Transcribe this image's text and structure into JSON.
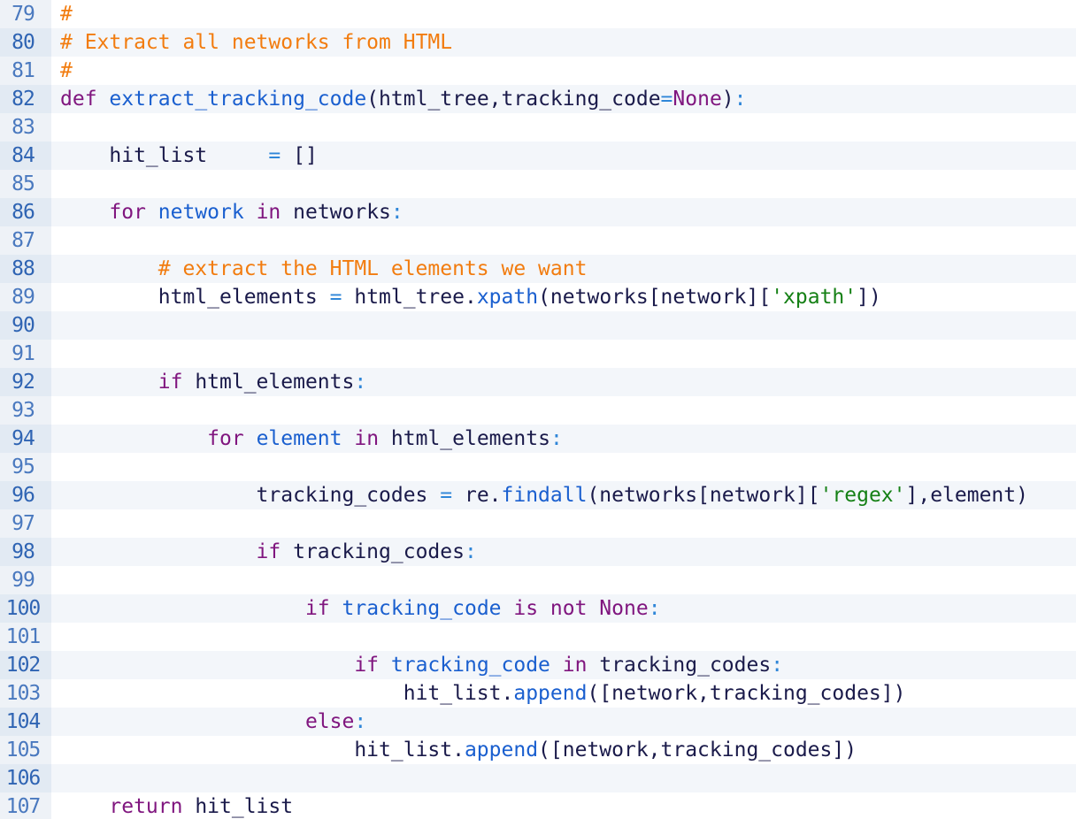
{
  "colors": {
    "keyword": "#80167f",
    "function": "#1a5fcf",
    "comment": "#f27c0f",
    "string": "#158015",
    "operator": "#2f86d8",
    "name": "#1a1a4a",
    "gutter_text": "#4a79bf",
    "gutter_bg": "#eef2f7",
    "alt_line_bg": "#f3f6fa"
  },
  "lines": [
    {
      "num": "79",
      "alt": false,
      "indent": 0,
      "tokens": [
        {
          "t": "#",
          "c": "com"
        }
      ]
    },
    {
      "num": "80",
      "alt": true,
      "indent": 0,
      "tokens": [
        {
          "t": "# Extract all networks from HTML",
          "c": "com"
        }
      ]
    },
    {
      "num": "81",
      "alt": false,
      "indent": 0,
      "tokens": [
        {
          "t": "#",
          "c": "com"
        }
      ]
    },
    {
      "num": "82",
      "alt": true,
      "indent": 0,
      "tokens": [
        {
          "t": "def",
          "c": "kw"
        },
        {
          "t": " ",
          "c": "nm"
        },
        {
          "t": "extract_tracking_code",
          "c": "fn"
        },
        {
          "t": "(html_tree,tracking_code",
          "c": "nm"
        },
        {
          "t": "=",
          "c": "op"
        },
        {
          "t": "None",
          "c": "kw"
        },
        {
          "t": ")",
          "c": "nm"
        },
        {
          "t": ":",
          "c": "op"
        }
      ]
    },
    {
      "num": "83",
      "alt": false,
      "indent": 0,
      "tokens": []
    },
    {
      "num": "84",
      "alt": true,
      "indent": 1,
      "tokens": [
        {
          "t": "hit_list     ",
          "c": "nm"
        },
        {
          "t": "=",
          "c": "op"
        },
        {
          "t": " []",
          "c": "nm"
        }
      ]
    },
    {
      "num": "85",
      "alt": false,
      "indent": 0,
      "tokens": []
    },
    {
      "num": "86",
      "alt": true,
      "indent": 1,
      "tokens": [
        {
          "t": "for",
          "c": "kw"
        },
        {
          "t": " ",
          "c": "nm"
        },
        {
          "t": "network",
          "c": "fn"
        },
        {
          "t": " ",
          "c": "nm"
        },
        {
          "t": "in",
          "c": "kw"
        },
        {
          "t": " networks",
          "c": "nm"
        },
        {
          "t": ":",
          "c": "op"
        }
      ]
    },
    {
      "num": "87",
      "alt": false,
      "indent": 0,
      "tokens": []
    },
    {
      "num": "88",
      "alt": true,
      "indent": 2,
      "tokens": [
        {
          "t": "# extract the HTML elements we want",
          "c": "com"
        }
      ]
    },
    {
      "num": "89",
      "alt": false,
      "indent": 2,
      "tokens": [
        {
          "t": "html_elements ",
          "c": "nm"
        },
        {
          "t": "=",
          "c": "op"
        },
        {
          "t": " html_tree.",
          "c": "nm"
        },
        {
          "t": "xpath",
          "c": "fn"
        },
        {
          "t": "(networks[network][",
          "c": "nm"
        },
        {
          "t": "'xpath'",
          "c": "str"
        },
        {
          "t": "])",
          "c": "nm"
        }
      ]
    },
    {
      "num": "90",
      "alt": true,
      "indent": 0,
      "tokens": []
    },
    {
      "num": "91",
      "alt": false,
      "indent": 0,
      "tokens": []
    },
    {
      "num": "92",
      "alt": true,
      "indent": 2,
      "tokens": [
        {
          "t": "if",
          "c": "kw"
        },
        {
          "t": " html_elements",
          "c": "nm"
        },
        {
          "t": ":",
          "c": "op"
        }
      ]
    },
    {
      "num": "93",
      "alt": false,
      "indent": 0,
      "tokens": []
    },
    {
      "num": "94",
      "alt": true,
      "indent": 3,
      "tokens": [
        {
          "t": "for",
          "c": "kw"
        },
        {
          "t": " ",
          "c": "nm"
        },
        {
          "t": "element",
          "c": "fn"
        },
        {
          "t": " ",
          "c": "nm"
        },
        {
          "t": "in",
          "c": "kw"
        },
        {
          "t": " html_elements",
          "c": "nm"
        },
        {
          "t": ":",
          "c": "op"
        }
      ]
    },
    {
      "num": "95",
      "alt": false,
      "indent": 0,
      "tokens": []
    },
    {
      "num": "96",
      "alt": true,
      "indent": 4,
      "tokens": [
        {
          "t": "tracking_codes ",
          "c": "nm"
        },
        {
          "t": "=",
          "c": "op"
        },
        {
          "t": " re.",
          "c": "nm"
        },
        {
          "t": "findall",
          "c": "fn"
        },
        {
          "t": "(networks[network][",
          "c": "nm"
        },
        {
          "t": "'regex'",
          "c": "str"
        },
        {
          "t": "],element)",
          "c": "nm"
        }
      ]
    },
    {
      "num": "97",
      "alt": false,
      "indent": 0,
      "tokens": []
    },
    {
      "num": "98",
      "alt": true,
      "indent": 4,
      "tokens": [
        {
          "t": "if",
          "c": "kw"
        },
        {
          "t": " tracking_codes",
          "c": "nm"
        },
        {
          "t": ":",
          "c": "op"
        }
      ]
    },
    {
      "num": "99",
      "alt": false,
      "indent": 0,
      "tokens": []
    },
    {
      "num": "100",
      "alt": true,
      "indent": 5,
      "tokens": [
        {
          "t": "if",
          "c": "kw"
        },
        {
          "t": " ",
          "c": "nm"
        },
        {
          "t": "tracking_code",
          "c": "fn"
        },
        {
          "t": " ",
          "c": "nm"
        },
        {
          "t": "is not None",
          "c": "kw"
        },
        {
          "t": ":",
          "c": "op"
        }
      ]
    },
    {
      "num": "101",
      "alt": false,
      "indent": 0,
      "tokens": []
    },
    {
      "num": "102",
      "alt": true,
      "indent": 6,
      "tokens": [
        {
          "t": "if",
          "c": "kw"
        },
        {
          "t": " ",
          "c": "nm"
        },
        {
          "t": "tracking_code",
          "c": "fn"
        },
        {
          "t": " ",
          "c": "nm"
        },
        {
          "t": "in",
          "c": "kw"
        },
        {
          "t": " tracking_codes",
          "c": "nm"
        },
        {
          "t": ":",
          "c": "op"
        }
      ]
    },
    {
      "num": "103",
      "alt": false,
      "indent": 7,
      "tokens": [
        {
          "t": "hit_list.",
          "c": "nm"
        },
        {
          "t": "append",
          "c": "fn"
        },
        {
          "t": "([network,tracking_codes])",
          "c": "nm"
        }
      ]
    },
    {
      "num": "104",
      "alt": true,
      "indent": 5,
      "tokens": [
        {
          "t": "else",
          "c": "kw"
        },
        {
          "t": ":",
          "c": "op"
        }
      ]
    },
    {
      "num": "105",
      "alt": false,
      "indent": 6,
      "tokens": [
        {
          "t": "hit_list.",
          "c": "nm"
        },
        {
          "t": "append",
          "c": "fn"
        },
        {
          "t": "([network,tracking_codes])",
          "c": "nm"
        }
      ]
    },
    {
      "num": "106",
      "alt": true,
      "indent": 0,
      "tokens": []
    },
    {
      "num": "107",
      "alt": false,
      "indent": 1,
      "tokens": [
        {
          "t": "return",
          "c": "kw"
        },
        {
          "t": " hit_list",
          "c": "nm"
        }
      ]
    }
  ]
}
